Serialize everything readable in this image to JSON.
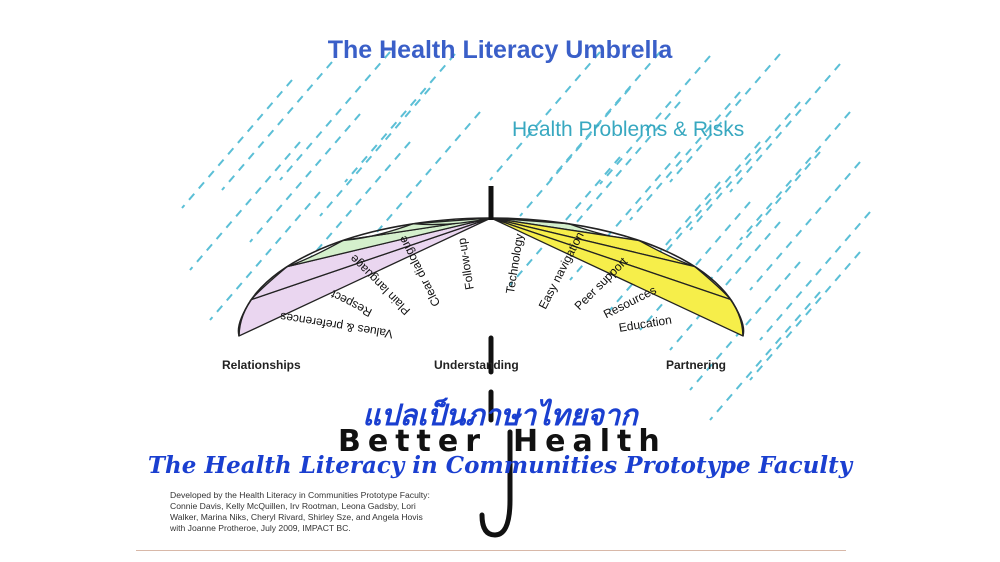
{
  "title": "The Health Literacy Umbrella",
  "risks_label": "Health Problems & Risks",
  "sections": {
    "relationships": "Relationships",
    "understanding": "Understanding",
    "partnering": "Partnering"
  },
  "panels": [
    {
      "label": "Values & preferences",
      "group": "relationships"
    },
    {
      "label": "Respect",
      "group": "relationships"
    },
    {
      "label": "Plain language",
      "group": "understanding"
    },
    {
      "label": "Clear dialogue",
      "group": "understanding"
    },
    {
      "label": "Follow-up",
      "group": "understanding"
    },
    {
      "label": "Technology",
      "group": "understanding"
    },
    {
      "label": "Easy navigation",
      "group": "understanding"
    },
    {
      "label": "Peer support",
      "group": "partnering"
    },
    {
      "label": "Resources",
      "group": "partnering"
    },
    {
      "label": "Education",
      "group": "partnering"
    }
  ],
  "thai_caption": "แปลเป็นภาษาไทยจาก",
  "better_health": {
    "left": "Better",
    "right": "Health"
  },
  "prototype_caption": "The Health Literacy in Communities Prototype Faculty",
  "credits": [
    "Developed by the Health Literacy in Communities Prototype Faculty:",
    "Connie Davis, Kelly McQuillen, Irv Rootman, Leona Gadsby, Lori",
    "Walker, Marina Niks, Cheryl Rivard, Shirley Sze, and Angela Hovis",
    "with Joanne Protheroe, July 2009,  IMPACT BC."
  ],
  "colors": {
    "relationships": "#ead6f0",
    "understanding": "#d4f0cc",
    "partnering": "#f6ee4a",
    "rain": "#5bbfd6",
    "title": "#3a5fc8"
  }
}
